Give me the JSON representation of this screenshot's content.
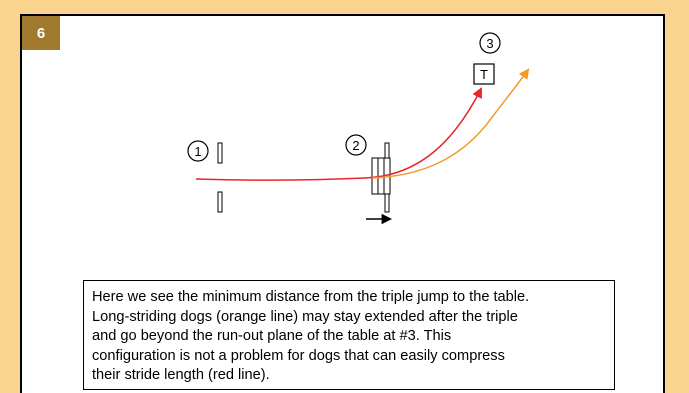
{
  "step_number": "6",
  "obstacles": {
    "jump1_label": "1",
    "triple_label": "2",
    "table_label": "3",
    "table_marker": "T"
  },
  "caption": "Here we see the minimum distance from the triple jump to the table.\nLong-striding dogs (orange line) may stay extended after the triple\nand go beyond the run-out plane of the table at #3. This\nconfiguration is not a problem for dogs that can easily compress\ntheir stride length (red line).",
  "colors": {
    "background": "#fbd48f",
    "badge": "#a07a2f",
    "red_line": "#e8252a",
    "orange_line": "#f39a2c"
  }
}
